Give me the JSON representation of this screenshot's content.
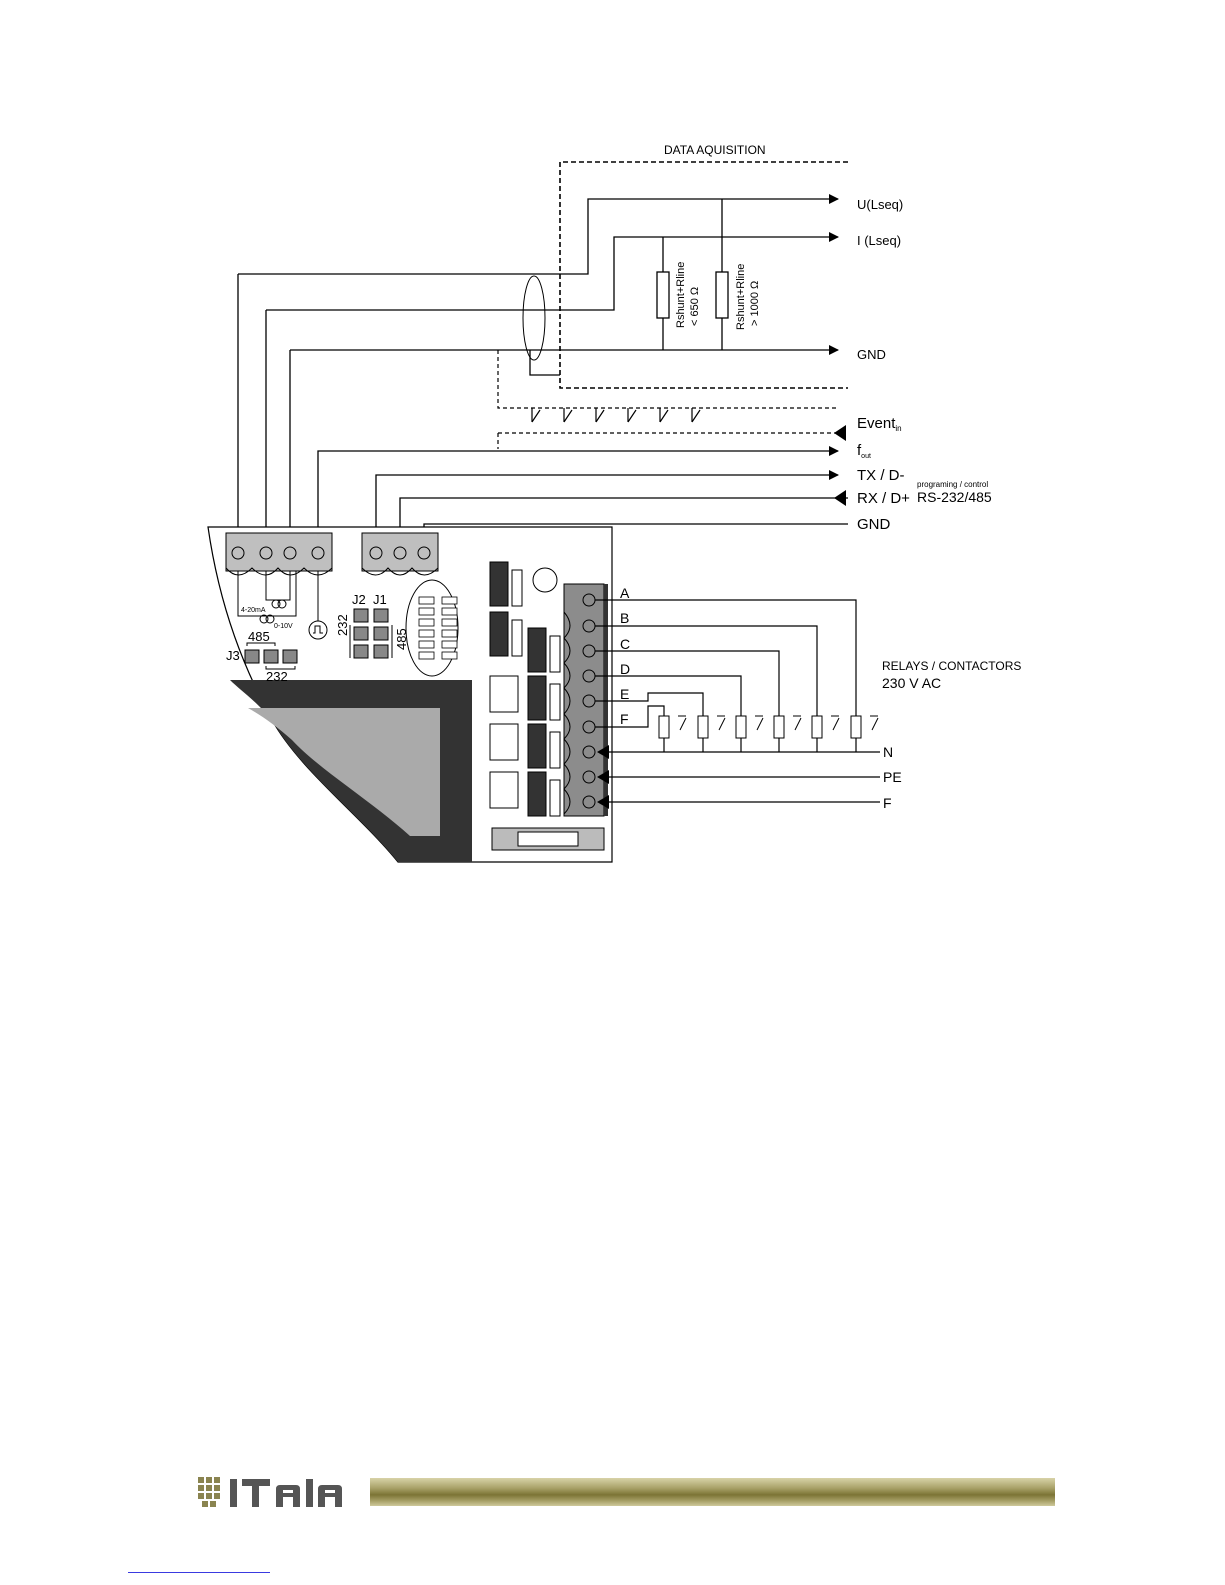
{
  "data_acquisition": {
    "title": "DATA AQUISITION"
  },
  "signals": {
    "u_lseq": "U(Lseq)",
    "i_lseq": "I (Lseq)",
    "gnd_top": "GND",
    "event_main": "Event",
    "event_sub": "in",
    "fout_main": "f",
    "fout_sub": "out",
    "tx": "TX / D-",
    "rx": "RX / D+",
    "gnd_bottom": "GND",
    "comm_small": "programing / control",
    "comm_big": "RS-232/485"
  },
  "resistors": {
    "r1_line1": "Rshunt+Rline",
    "r1_line2": "< 650 Ω",
    "r2_line1": "Rshunt+Rline",
    "r2_line2": "> 1000 Ω"
  },
  "board": {
    "label_4_20": "4-20mA",
    "label_0_10": "0-10V",
    "j1": "J1",
    "j2": "J2",
    "j3": "J3",
    "n232_a": "232",
    "n485_a": "485",
    "n485_b": "485",
    "n232_b": "232"
  },
  "relay_terminals": [
    "A",
    "B",
    "C",
    "D",
    "E",
    "F"
  ],
  "relays": {
    "title": "RELAYS / CONTACTORS",
    "voltage": "230 V AC"
  },
  "power": {
    "n": "N",
    "pe": "PE",
    "f": "F"
  },
  "footer": {
    "logo_text": "ITAIA",
    "brand_color": "#8a8450"
  }
}
